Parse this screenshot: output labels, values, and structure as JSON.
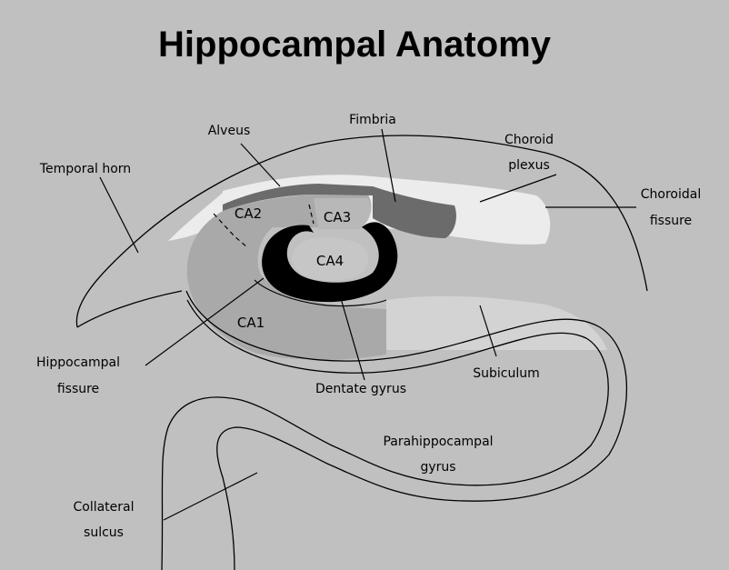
{
  "title": "Hippocampal Anatomy",
  "colors": {
    "background": "#c0c0c0",
    "ca_field": "#a9a9a9",
    "subiculum": "#d3d3d3",
    "choroid_plexus": "#ececec",
    "fimbria": "#6b6b6b",
    "dentate_gyrus": "#000000",
    "outline": "#000000"
  },
  "labels": {
    "alveus": "Alveus",
    "fimbria": "Fimbria",
    "choroid_plexus": [
      "Choroid",
      "plexus"
    ],
    "temporal_horn": "Temporal horn",
    "choroidal_fissure": [
      "Choroidal",
      "fissure"
    ],
    "ca1": "CA1",
    "ca2": "CA2",
    "ca3": "CA3",
    "ca4": "CA4",
    "hippocampal_fissure": [
      "Hippocampal",
      "fissure"
    ],
    "dentate_gyrus": "Dentate gyrus",
    "subiculum": "Subiculum",
    "parahippocampal_gyrus": [
      "Parahippocampal",
      "gyrus"
    ],
    "collateral_sulcus": [
      "Collateral",
      "sulcus"
    ]
  }
}
